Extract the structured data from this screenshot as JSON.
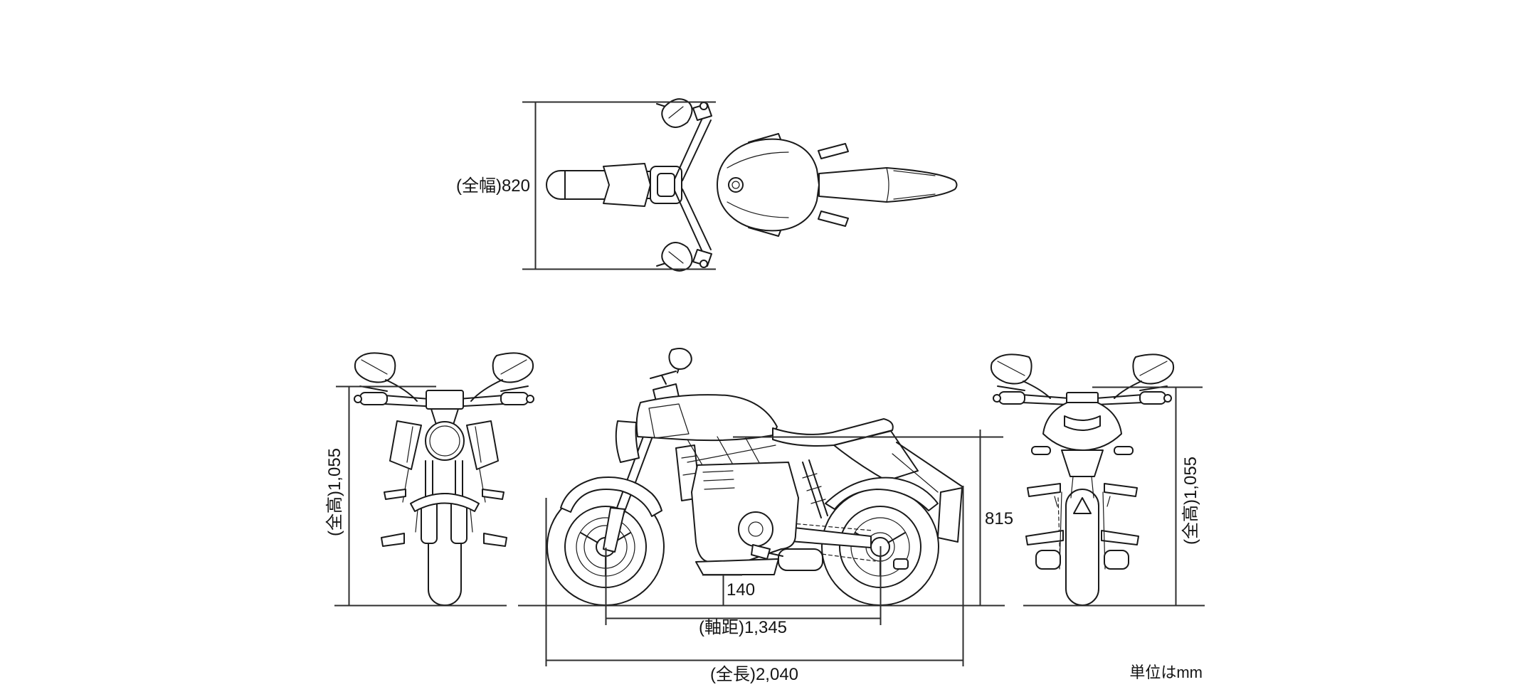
{
  "diagram": {
    "background_color": "#ffffff",
    "line_color": "#1a1a1a",
    "dimension_line_color": "#2e2e2e"
  },
  "dimensions": {
    "overall_width": {
      "label": "(全幅)820",
      "value_mm": 820
    },
    "overall_height_front": {
      "label": "(全高)1,055",
      "value_mm": 1055
    },
    "overall_height_rear": {
      "label": "(全高)1,055",
      "value_mm": 1055
    },
    "seat_height": {
      "label": "815",
      "value_mm": 815
    },
    "ground_clearance": {
      "label": "140",
      "value_mm": 140
    },
    "wheelbase": {
      "label": "(軸距)1,345",
      "value_mm": 1345
    },
    "overall_length": {
      "label": "(全長)2,040",
      "value_mm": 2040
    }
  },
  "note": {
    "unit_label": "単位はmm"
  }
}
